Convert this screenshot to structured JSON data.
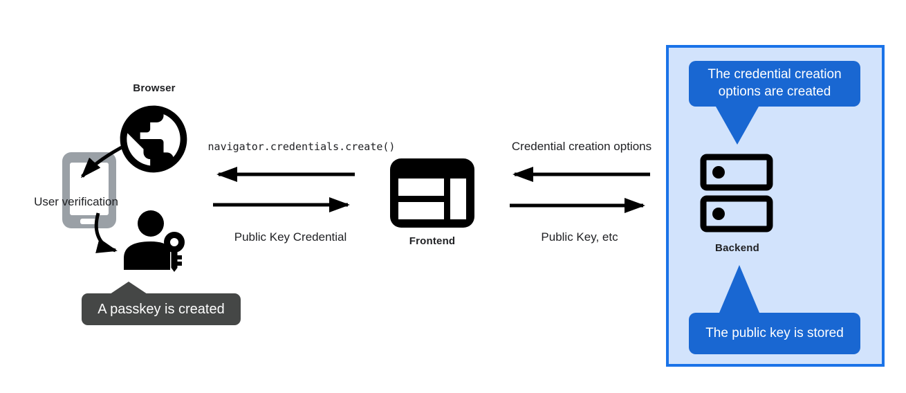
{
  "nodes": {
    "browser": {
      "label": "Browser",
      "icon": "globe-icon"
    },
    "device": {
      "label": "User verification",
      "icon": "smartphone-icon"
    },
    "user": {
      "icon": "person-with-key-icon"
    },
    "frontend": {
      "label": "Frontend",
      "icon": "browser-window-icon"
    },
    "backend": {
      "label": "Backend",
      "icon": "server-stack-icon"
    }
  },
  "messages": {
    "create_call": "navigator.credentials.create()",
    "public_key_credential": "Public Key Credential",
    "credential_creation_options": "Credential creation options",
    "public_key_etc": "Public Key, etc"
  },
  "callouts": {
    "passkey_created": "A passkey is created",
    "options_created": "The credential creation options are created",
    "public_key_stored": "The public key is stored"
  },
  "colors": {
    "callout_dark": "#454746",
    "callout_blue": "#1967d2",
    "box_bg": "#d2e3fc",
    "box_border": "#1a73e8",
    "phone_gray": "#9aa0a6",
    "ink": "#000000",
    "text": "#202124",
    "bg": "#ffffff"
  }
}
